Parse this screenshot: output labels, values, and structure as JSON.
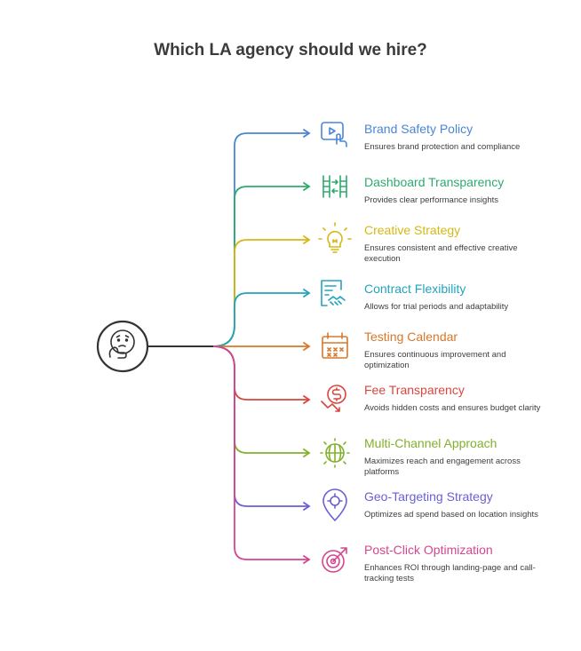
{
  "title": "Which LA agency should we hire?",
  "center_icon": "thinking-face-icon",
  "items": [
    {
      "title": "Brand Safety Policy",
      "desc": "Ensures brand protection and compliance",
      "color": "#4a86d6",
      "icon": "video-tap-icon"
    },
    {
      "title": "Dashboard Transparency",
      "desc": "Provides clear performance insights",
      "color": "#2eaa6e",
      "icon": "columns-arrows-icon"
    },
    {
      "title": "Creative Strategy",
      "desc": "Ensures consistent and effective creative execution",
      "color": "#d6b816",
      "icon": "lightbulb-icon"
    },
    {
      "title": "Contract Flexibility",
      "desc": "Allows for trial periods and adaptability",
      "color": "#23a3bf",
      "icon": "contract-handshake-icon"
    },
    {
      "title": "Testing Calendar",
      "desc": "Ensures continuous improvement and optimization",
      "color": "#d8782a",
      "icon": "calendar-icon"
    },
    {
      "title": "Fee Transparency",
      "desc": "Avoids hidden costs and ensures budget clarity",
      "color": "#d9463f",
      "icon": "dollar-down-icon"
    },
    {
      "title": "Multi-Channel Approach",
      "desc": "Maximizes reach and engagement across platforms",
      "color": "#83b02e",
      "icon": "globe-icon"
    },
    {
      "title": "Geo-Targeting Strategy",
      "desc": "Optimizes ad spend based on location insights",
      "color": "#6a5fd6",
      "icon": "location-pin-icon"
    },
    {
      "title": "Post-Click Optimization",
      "desc": "Enhances ROI through landing-page and call-tracking tests",
      "color": "#d6468f",
      "icon": "target-icon"
    }
  ]
}
